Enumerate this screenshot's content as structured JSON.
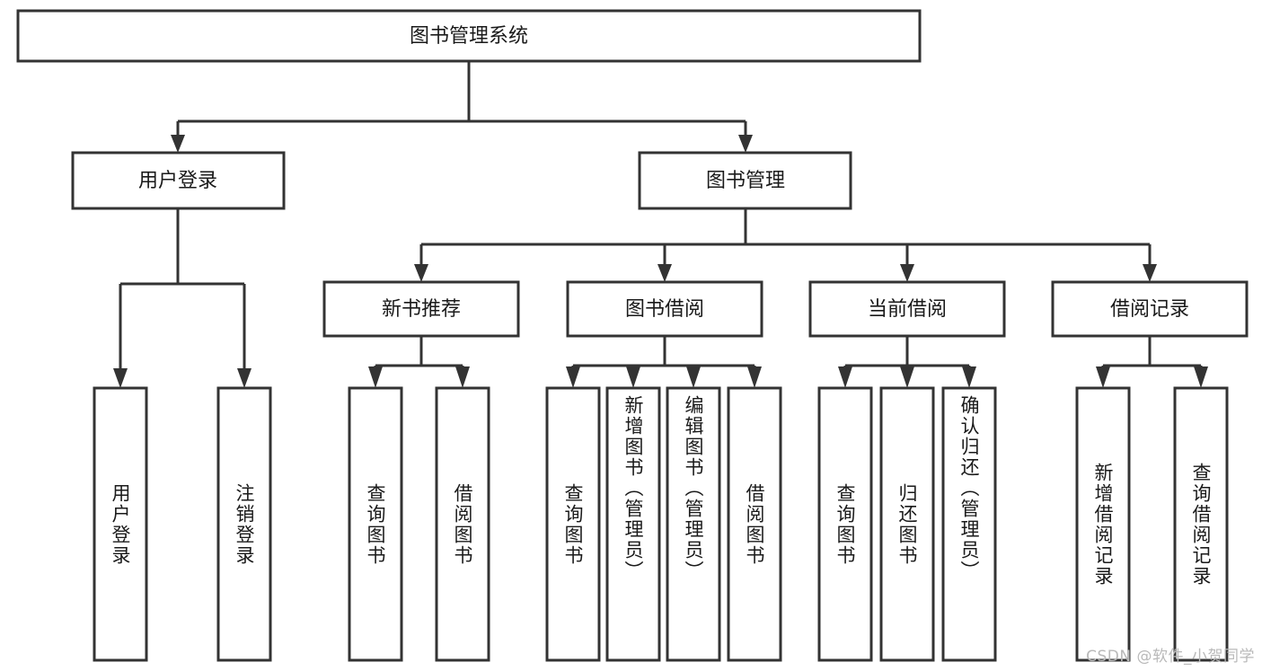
{
  "diagram": {
    "type": "tree-hierarchy",
    "title": "图书管理系统",
    "watermark": "CSDN @软件_小贺同学",
    "colors": {
      "stroke": "#333333",
      "fill": "#ffffff",
      "text": "#1a1a1a",
      "watermark": "#b9b9b9",
      "background": "#ffffff"
    },
    "root": {
      "id": "root",
      "label": "图书管理系统"
    },
    "level2": [
      {
        "id": "user-login",
        "label": "用户登录"
      },
      {
        "id": "book-manage",
        "label": "图书管理"
      }
    ],
    "level3": [
      {
        "id": "new-book-rec",
        "label": "新书推荐",
        "parent": "book-manage"
      },
      {
        "id": "book-borrow",
        "label": "图书借阅",
        "parent": "book-manage"
      },
      {
        "id": "current-borrow",
        "label": "当前借阅",
        "parent": "book-manage"
      },
      {
        "id": "borrow-record",
        "label": "借阅记录",
        "parent": "book-manage"
      }
    ],
    "leaves": [
      {
        "id": "leaf-user-login",
        "label": "用户登录",
        "parent": "user-login"
      },
      {
        "id": "leaf-user-logout",
        "label": "注销登录",
        "parent": "user-login"
      },
      {
        "id": "leaf-query-book-1",
        "label": "查询图书",
        "parent": "new-book-rec"
      },
      {
        "id": "leaf-borrow-book-1",
        "label": "借阅图书",
        "parent": "new-book-rec"
      },
      {
        "id": "leaf-query-book-2",
        "label": "查询图书",
        "parent": "book-borrow"
      },
      {
        "id": "leaf-add-book",
        "label": "新增图书（管理员）",
        "parent": "book-borrow"
      },
      {
        "id": "leaf-edit-book",
        "label": "编辑图书（管理员）",
        "parent": "book-borrow"
      },
      {
        "id": "leaf-borrow-book-2",
        "label": "借阅图书",
        "parent": "book-borrow"
      },
      {
        "id": "leaf-query-book-3",
        "label": "查询图书",
        "parent": "current-borrow"
      },
      {
        "id": "leaf-return-book",
        "label": "归还图书",
        "parent": "current-borrow"
      },
      {
        "id": "leaf-confirm-return",
        "label": "确认归还（管理员）",
        "parent": "current-borrow"
      },
      {
        "id": "leaf-add-record",
        "label": "新增借阅记录",
        "parent": "borrow-record"
      },
      {
        "id": "leaf-query-record",
        "label": "查询借阅记录",
        "parent": "borrow-record"
      }
    ]
  }
}
